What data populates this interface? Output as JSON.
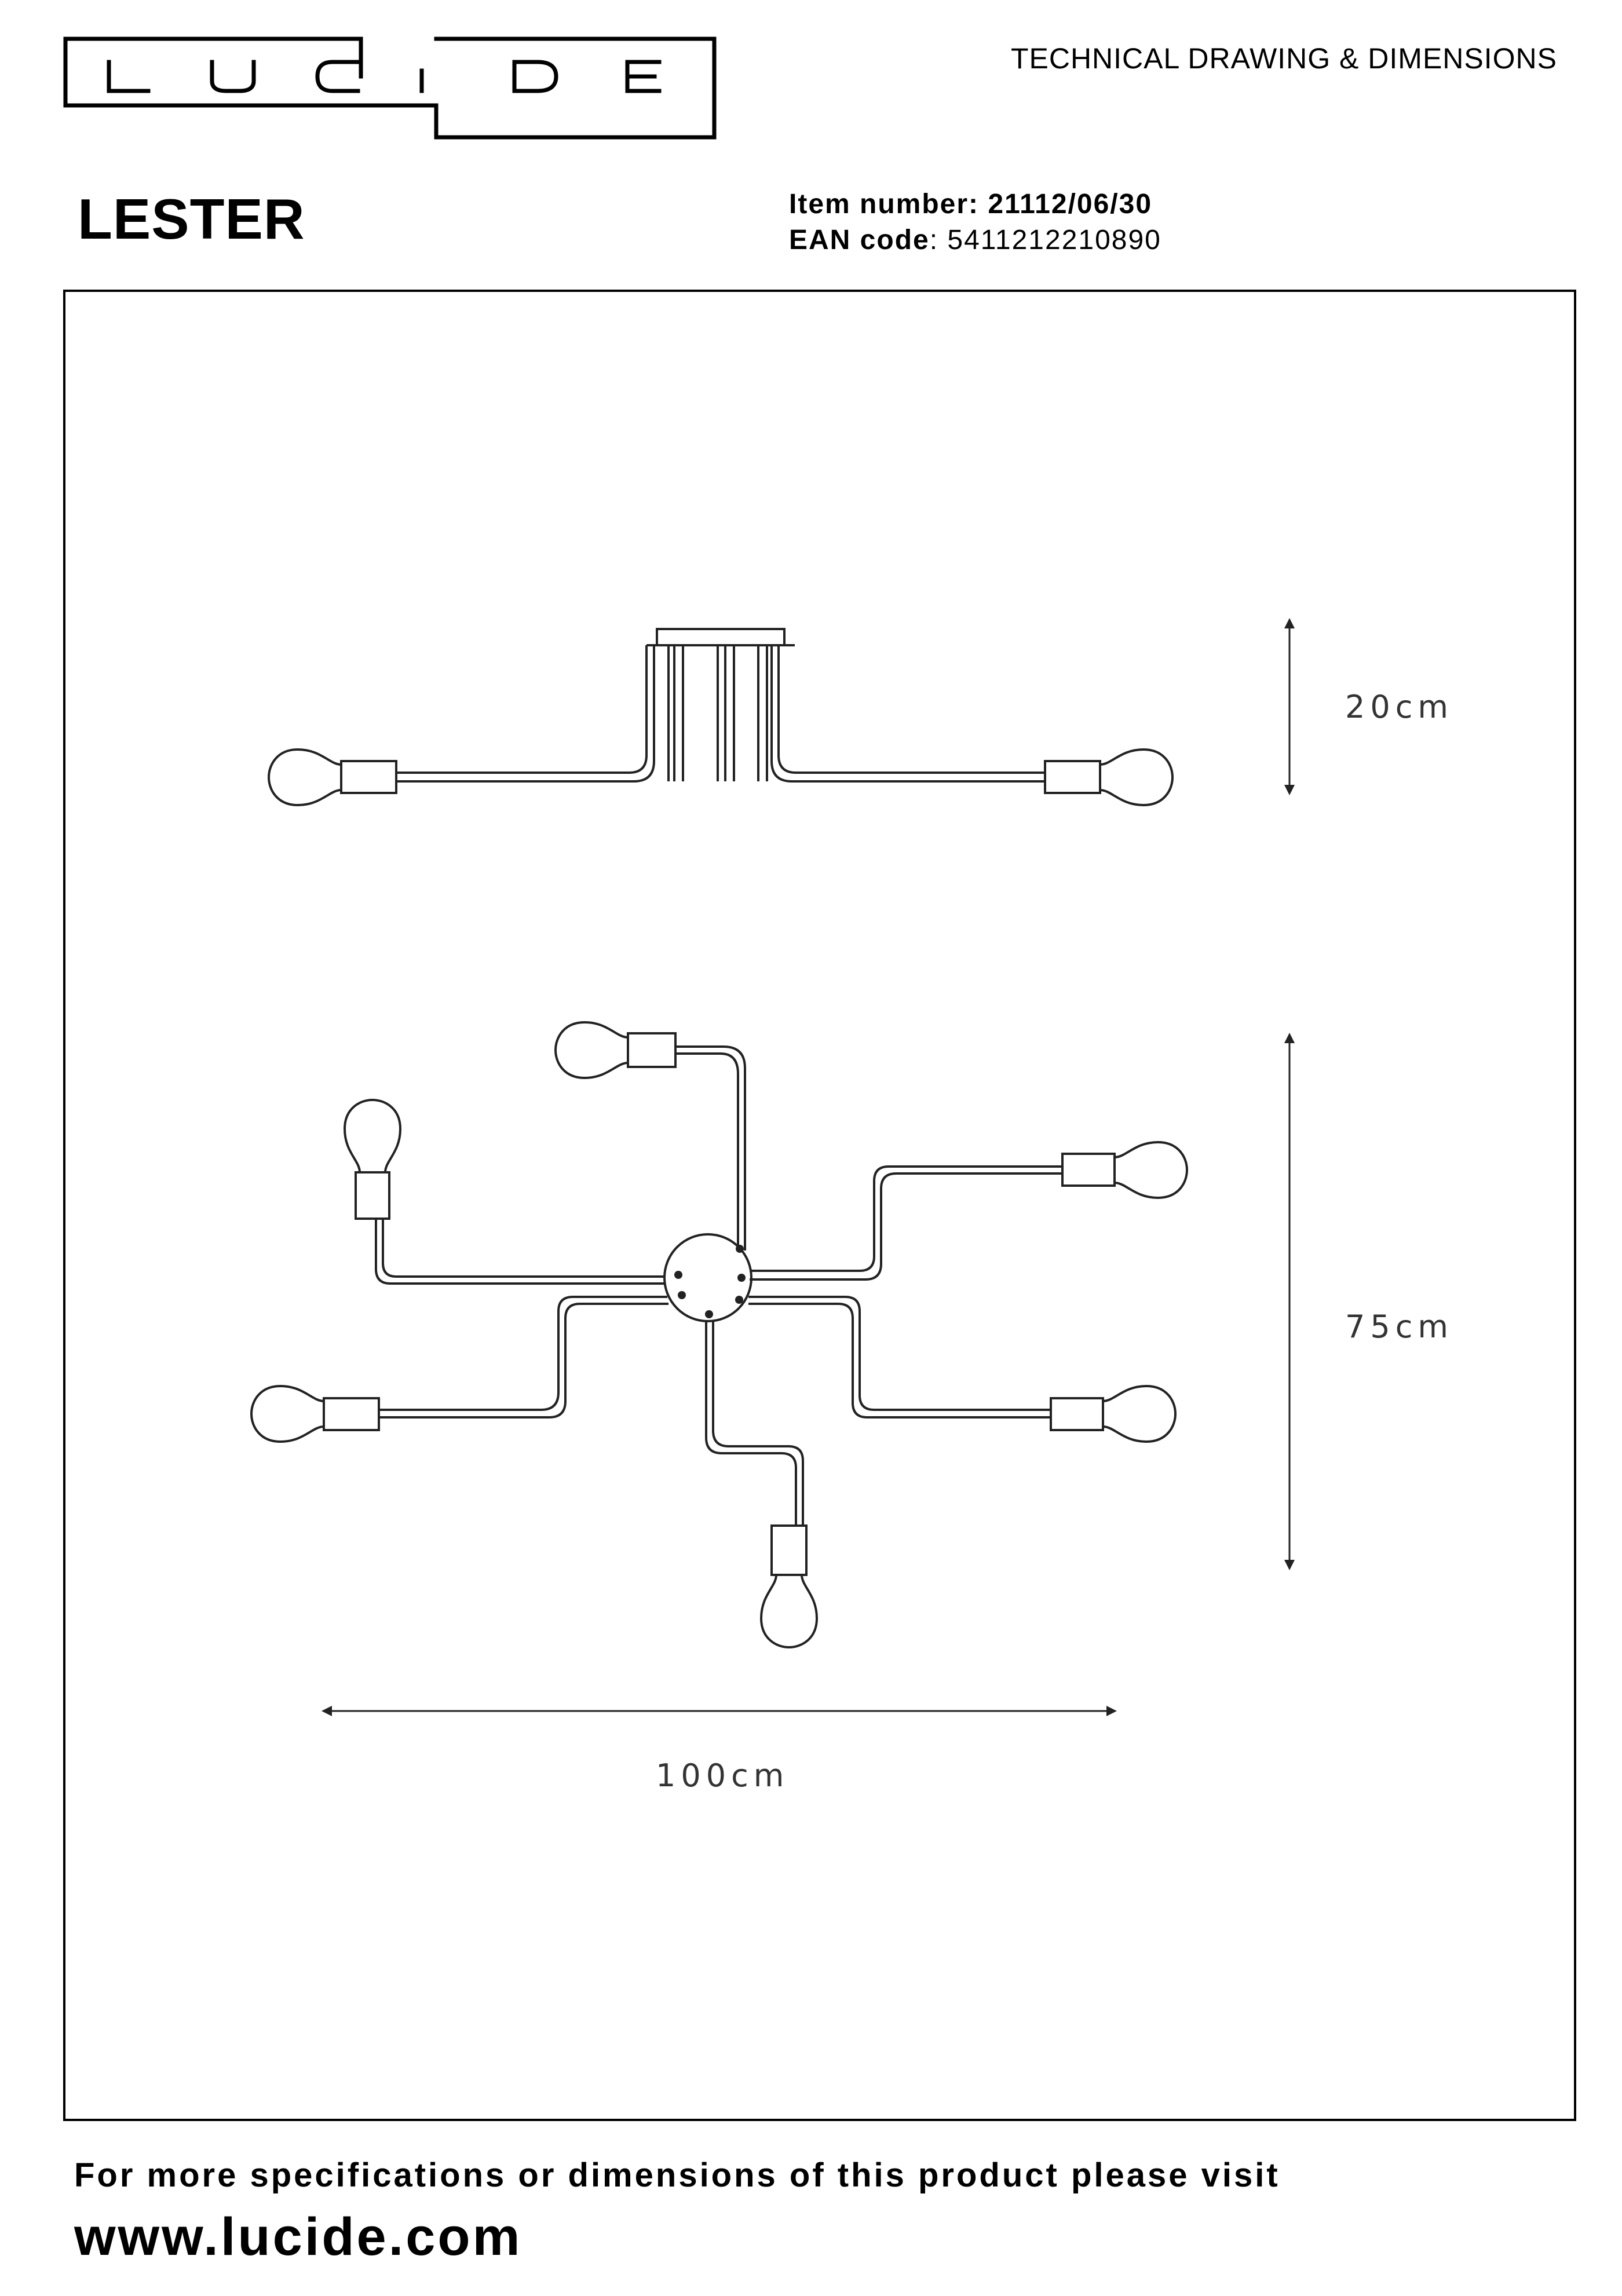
{
  "brand": {
    "logo_text": "LUCIDE"
  },
  "header": {
    "document_type": "TECHNICAL DRAWING & DIMENSIONS",
    "product_name": "LESTER",
    "item_number_label": "Item number:",
    "item_number": "21112/06/30",
    "ean_label": "EAN code",
    "ean_code": "5411212210890"
  },
  "dimensions": {
    "height": "20cm",
    "depth": "75cm",
    "width": "100cm"
  },
  "footer": {
    "specs_text": "For more specifications or dimensions of this product please visit",
    "url": "www.lucide.com"
  }
}
